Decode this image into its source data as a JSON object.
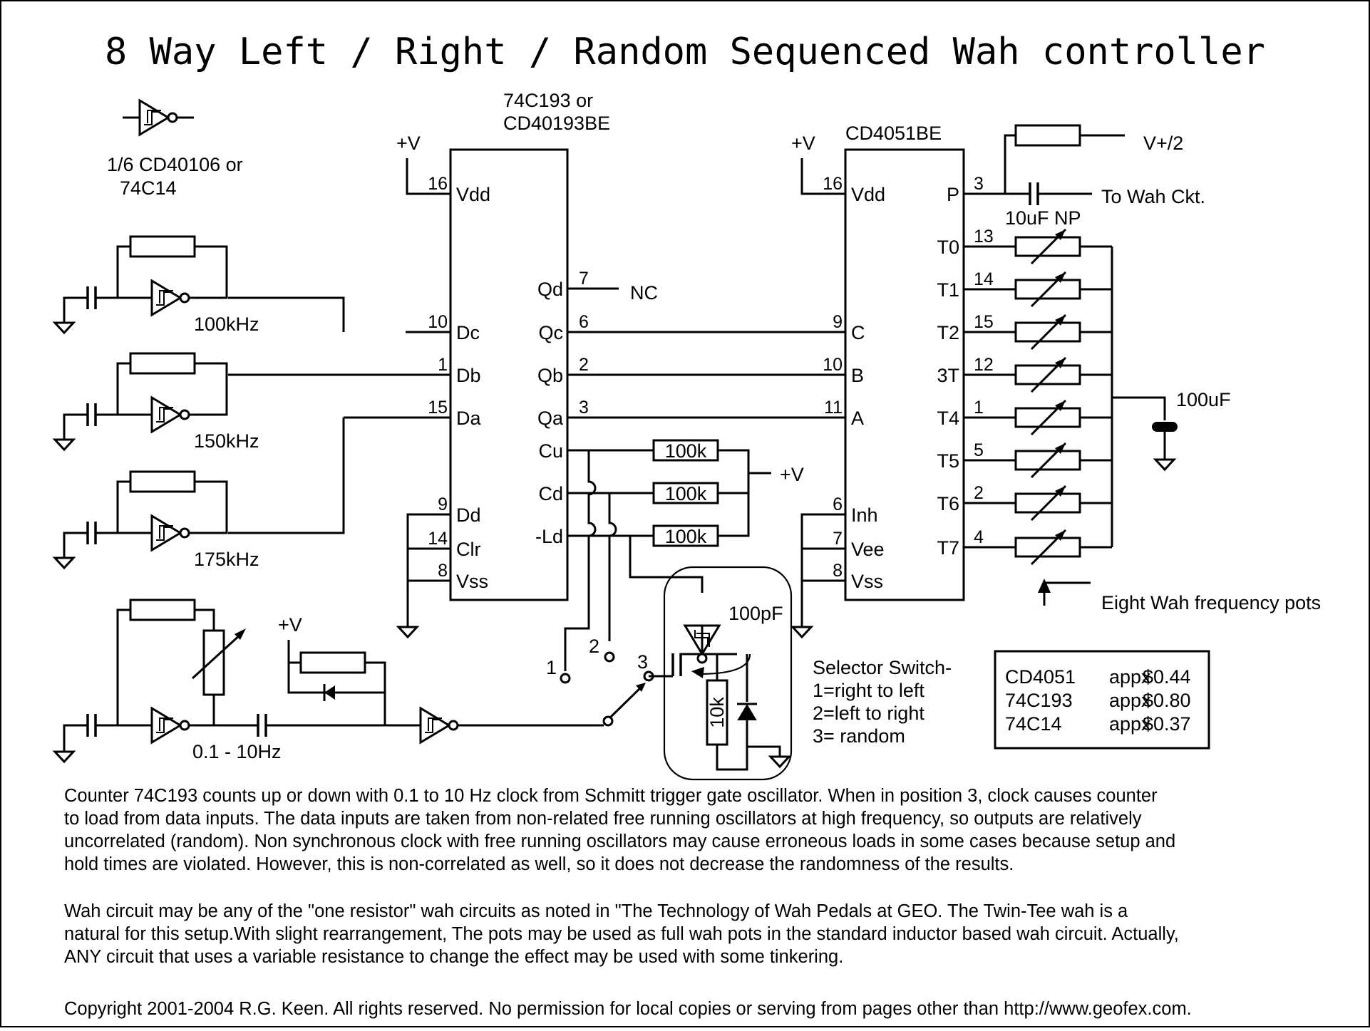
{
  "title": "8 Way Left / Right / Random Sequenced Wah controller",
  "inverter_label": [
    "1/6 CD40106 or",
    "74C14"
  ],
  "counter": {
    "part": [
      "74C193 or",
      "CD40193BE"
    ],
    "supply": "+V",
    "pins_left": [
      {
        "num": "16",
        "name": "Vdd"
      },
      {
        "num": "10",
        "name": "Dc"
      },
      {
        "num": "1",
        "name": "Db"
      },
      {
        "num": "15",
        "name": "Da"
      },
      {
        "num": "9",
        "name": "Dd"
      },
      {
        "num": "14",
        "name": "Clr"
      },
      {
        "num": "8",
        "name": "Vss"
      }
    ],
    "pins_right": [
      {
        "num": "7",
        "name": "Qd"
      },
      {
        "num": "6",
        "name": "Qc"
      },
      {
        "num": "2",
        "name": "Qb"
      },
      {
        "num": "3",
        "name": "Qa"
      },
      {
        "num": "",
        "name": "Cu"
      },
      {
        "num": "",
        "name": "Cd"
      },
      {
        "num": "",
        "name": "-Ld"
      }
    ],
    "nc": "NC"
  },
  "mux": {
    "part": "CD4051BE",
    "supply": "+V",
    "pins_left": [
      {
        "num": "16",
        "name": "Vdd"
      },
      {
        "num": "9",
        "name": "C"
      },
      {
        "num": "10",
        "name": "B"
      },
      {
        "num": "11",
        "name": "A"
      },
      {
        "num": "6",
        "name": "Inh"
      },
      {
        "num": "7",
        "name": "Vee"
      },
      {
        "num": "8",
        "name": "Vss"
      }
    ],
    "pins_right": [
      {
        "num": "3",
        "name": "P"
      },
      {
        "num": "13",
        "name": "T0"
      },
      {
        "num": "14",
        "name": "T1"
      },
      {
        "num": "15",
        "name": "T2"
      },
      {
        "num": "12",
        "name": "3T"
      },
      {
        "num": "1",
        "name": "T4"
      },
      {
        "num": "5",
        "name": "T5"
      },
      {
        "num": "2",
        "name": "T6"
      },
      {
        "num": "4",
        "name": "T7"
      }
    ]
  },
  "oscillators": [
    "100kHz",
    "150kHz",
    "175kHz"
  ],
  "clock_label": "0.1 - 10Hz",
  "supply_label": "+V",
  "resistor_100k": "100k",
  "cap_100pF": "100pF",
  "resistor_10k": "10k",
  "switch_positions": [
    "1",
    "2",
    "3"
  ],
  "output": {
    "vref": "V+/2",
    "to_wah": "To Wah Ckt.",
    "cap": "10uF NP",
    "bypass": "100uF",
    "pots": "Eight Wah frequency pots"
  },
  "selector_text": [
    "Selector Switch-",
    "1=right to left",
    "2=left to right",
    "3= random"
  ],
  "price_table": [
    {
      "part": "CD4051",
      "note": "appx",
      "price": "$0.44"
    },
    {
      "part": "74C193",
      "note": "appx",
      "price": "$0.80"
    },
    {
      "part": "74C14",
      "note": "appx",
      "price": "$0.37"
    }
  ],
  "description": [
    "Counter 74C193 counts up or down with 0.1 to 10 Hz clock from Schmitt trigger gate oscillator. When in position 3, clock causes counter",
    "to load from data inputs. The data inputs are taken from non-related free running oscillators at high frequency, so outputs are relatively",
    "uncorrelated (random). Non synchronous clock with free running oscillators may cause erroneous loads in some cases because setup and",
    "hold times are violated. However, this is non-correlated as well, so it does not decrease the randomness of the results.",
    "Wah circuit may be any of the \"one resistor\" wah circuits as noted in \"The Technology of Wah Pedals at GEO. The Twin-Tee wah is a",
    "natural for this setup.With slight rearrangement, The pots may be used as full wah pots in the standard inductor based wah circuit.  Actually,",
    "ANY circuit that uses a variable resistance to change the effect may be used with some tinkering."
  ],
  "copyright": "Copyright 2001-2004  R.G. Keen. All rights reserved. No permission for local copies or serving from pages other than http://www.geofex.com."
}
